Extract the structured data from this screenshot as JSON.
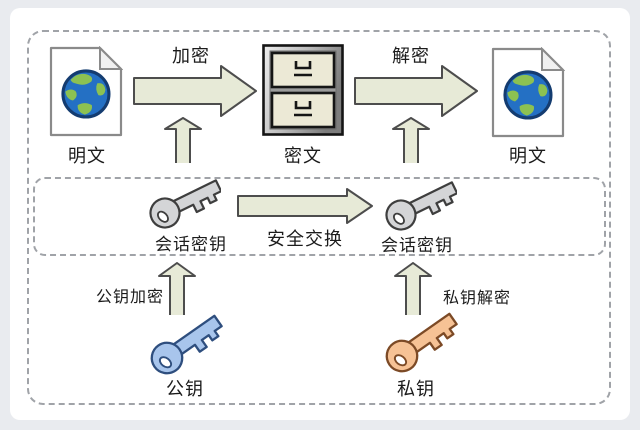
{
  "labels": {
    "encrypt": "加密",
    "decrypt": "解密",
    "plaintext_left": "明文",
    "ciphertext": "密文",
    "plaintext_right": "明文",
    "session_key_left": "会话密钥",
    "secure_exchange": "安全交换",
    "session_key_right": "会话密钥",
    "public_key_encrypt": "公钥加密",
    "private_key_decrypt": "私钥解密",
    "public_key": "公钥",
    "private_key": "私钥"
  },
  "icons": {
    "plaintext_left": "document-globe-icon",
    "ciphertext": "file-cabinet-icon",
    "plaintext_right": "document-globe-icon",
    "session_key_left": "silver-key-icon",
    "session_key_right": "silver-key-icon",
    "public_key": "blue-key-icon",
    "private_key": "orange-key-icon"
  },
  "colors": {
    "page_background": "#e9ebef",
    "panel_background": "#ffffff",
    "dashed_border": "#a0a3a8",
    "arrow_fill": "#e7ead7",
    "arrow_stroke": "#4d4d4d",
    "session_key_fill": "#d4d5d7",
    "public_key_fill": "#a8c5ec",
    "private_key_fill": "#f6c295",
    "globe_ocean": "#2470c4",
    "globe_land": "#8cc152",
    "drawer_fill": "#ece9d6"
  }
}
